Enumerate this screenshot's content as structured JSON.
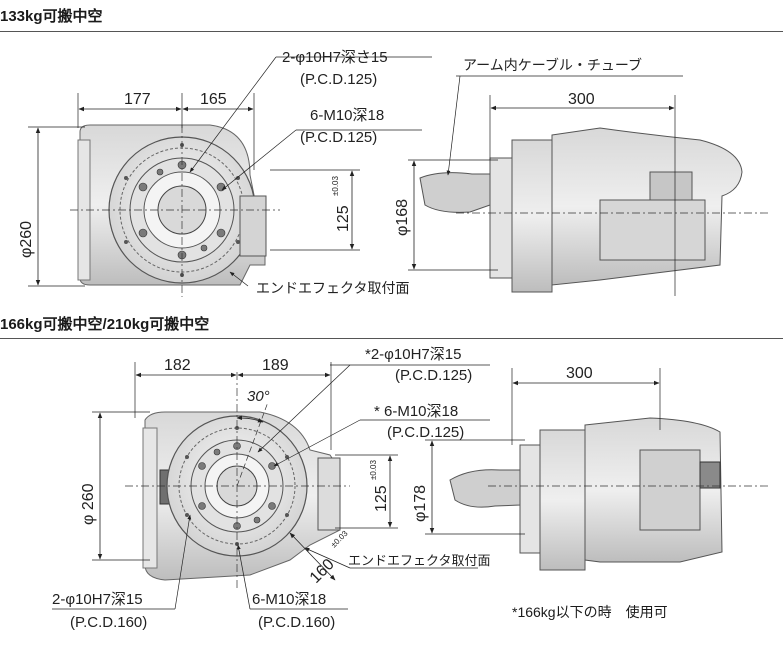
{
  "section1": {
    "title": "133kg可搬中空",
    "dims": {
      "left_width": "177",
      "right_width": "165",
      "height_dia": "φ260",
      "side_height": "125",
      "side_height_tol": "±0.03",
      "side_length": "300",
      "side_dia": "φ168"
    },
    "callouts": {
      "pin_holes": "2-φ10H7深さ15",
      "pin_holes_pcd": "(P.C.D.125)",
      "tap_holes": "6-M10深18",
      "tap_holes_pcd": "(P.C.D.125)",
      "cable": "アーム内ケーブル・チューブ",
      "mount_face": "エンドエフェクタ取付面"
    }
  },
  "section2": {
    "title": "166kg可搬中空/210kg可搬中空",
    "dims": {
      "left_width": "182",
      "right_width": "189",
      "angle": "30°",
      "height_dia": "φ 260",
      "side_height": "125",
      "side_height_tol": "±0.03",
      "diag": "160",
      "diag_tol": "±0.03",
      "side_length": "300",
      "side_dia": "φ178"
    },
    "callouts": {
      "pin_holes_star": "*2-φ10H7深15",
      "pin_holes_star_pcd": "(P.C.D.125)",
      "tap_holes_star": "* 6-M10深18",
      "tap_holes_star_pcd": "(P.C.D.125)",
      "mount_face": "エンドエフェクタ取付面",
      "pin_holes": "2-φ10H7深15",
      "pin_holes_pcd": "(P.C.D.160)",
      "tap_holes": "6-M10深18",
      "tap_holes_pcd": "(P.C.D.160)"
    },
    "note": "*166kg以下の時　使用可"
  }
}
